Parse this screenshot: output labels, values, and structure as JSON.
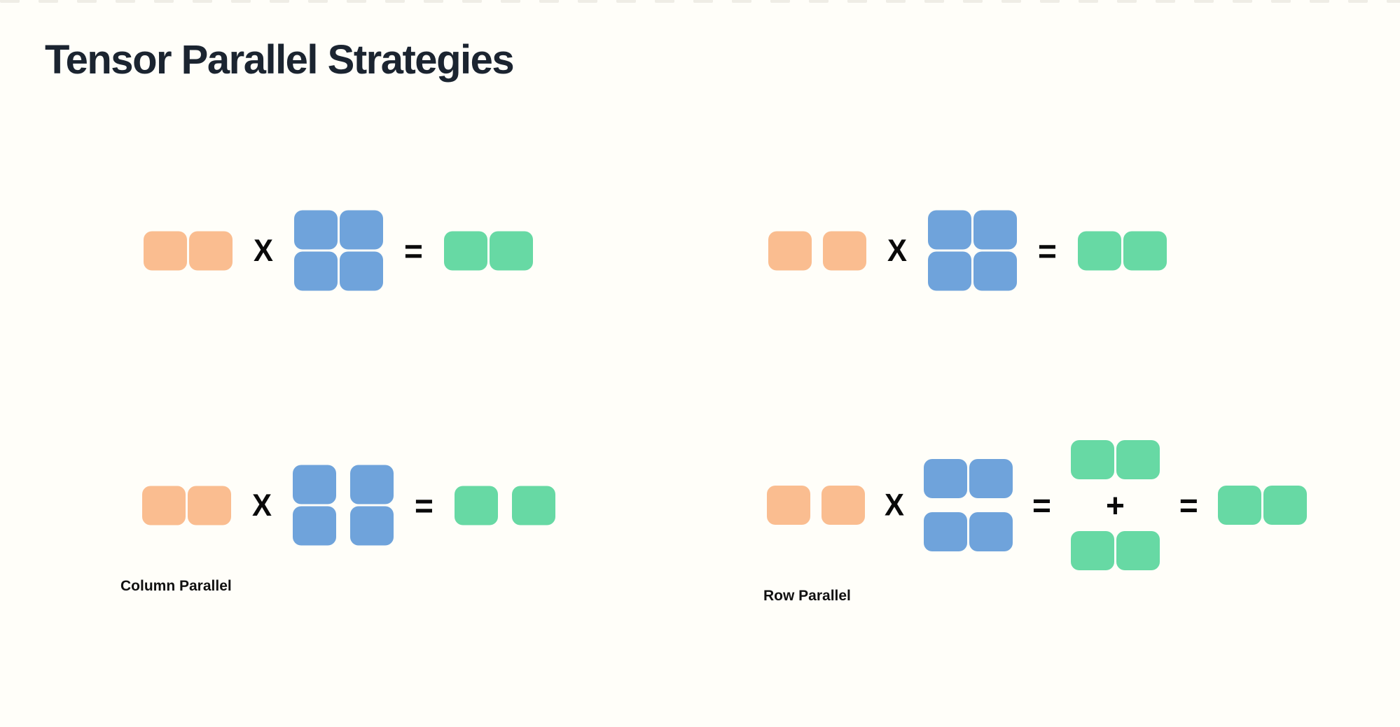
{
  "title": {
    "text": "Tensor Parallel Strategies"
  },
  "operators": {
    "multiply": "X",
    "equals": "=",
    "plus": "+"
  },
  "colors": {
    "background": "#FFFEF9",
    "title_text": "#1B2430",
    "label_text": "#111111",
    "input_block": "#FABD90",
    "weight_block": "#6FA3DB",
    "output_block": "#67D9A4",
    "operator": "#0A0A0A",
    "top_strip_mark": "#EFEDE6"
  },
  "top_strip": {
    "count": 37
  },
  "diagrams": [
    {
      "position": "top-left",
      "label": "",
      "input_blocks": 2,
      "input_split": false,
      "weight_blocks": 4,
      "weight_split": "none",
      "output_blocks": 2,
      "output_split": false
    },
    {
      "position": "top-right",
      "label": "",
      "input_blocks": 2,
      "input_split": true,
      "weight_blocks": 4,
      "weight_split": "none",
      "output_blocks": 2,
      "output_split": false
    },
    {
      "position": "bottom-left",
      "label": "Column Parallel",
      "input_blocks": 2,
      "input_split": false,
      "weight_blocks": 4,
      "weight_split": "columns",
      "output_blocks": 2,
      "output_split": true
    },
    {
      "position": "bottom-right",
      "label": "Row Parallel",
      "input_blocks": 2,
      "input_split": true,
      "weight_blocks": 4,
      "weight_split": "rows",
      "partial_output_blocks": 4,
      "output_blocks": 2,
      "output_split": false
    }
  ]
}
